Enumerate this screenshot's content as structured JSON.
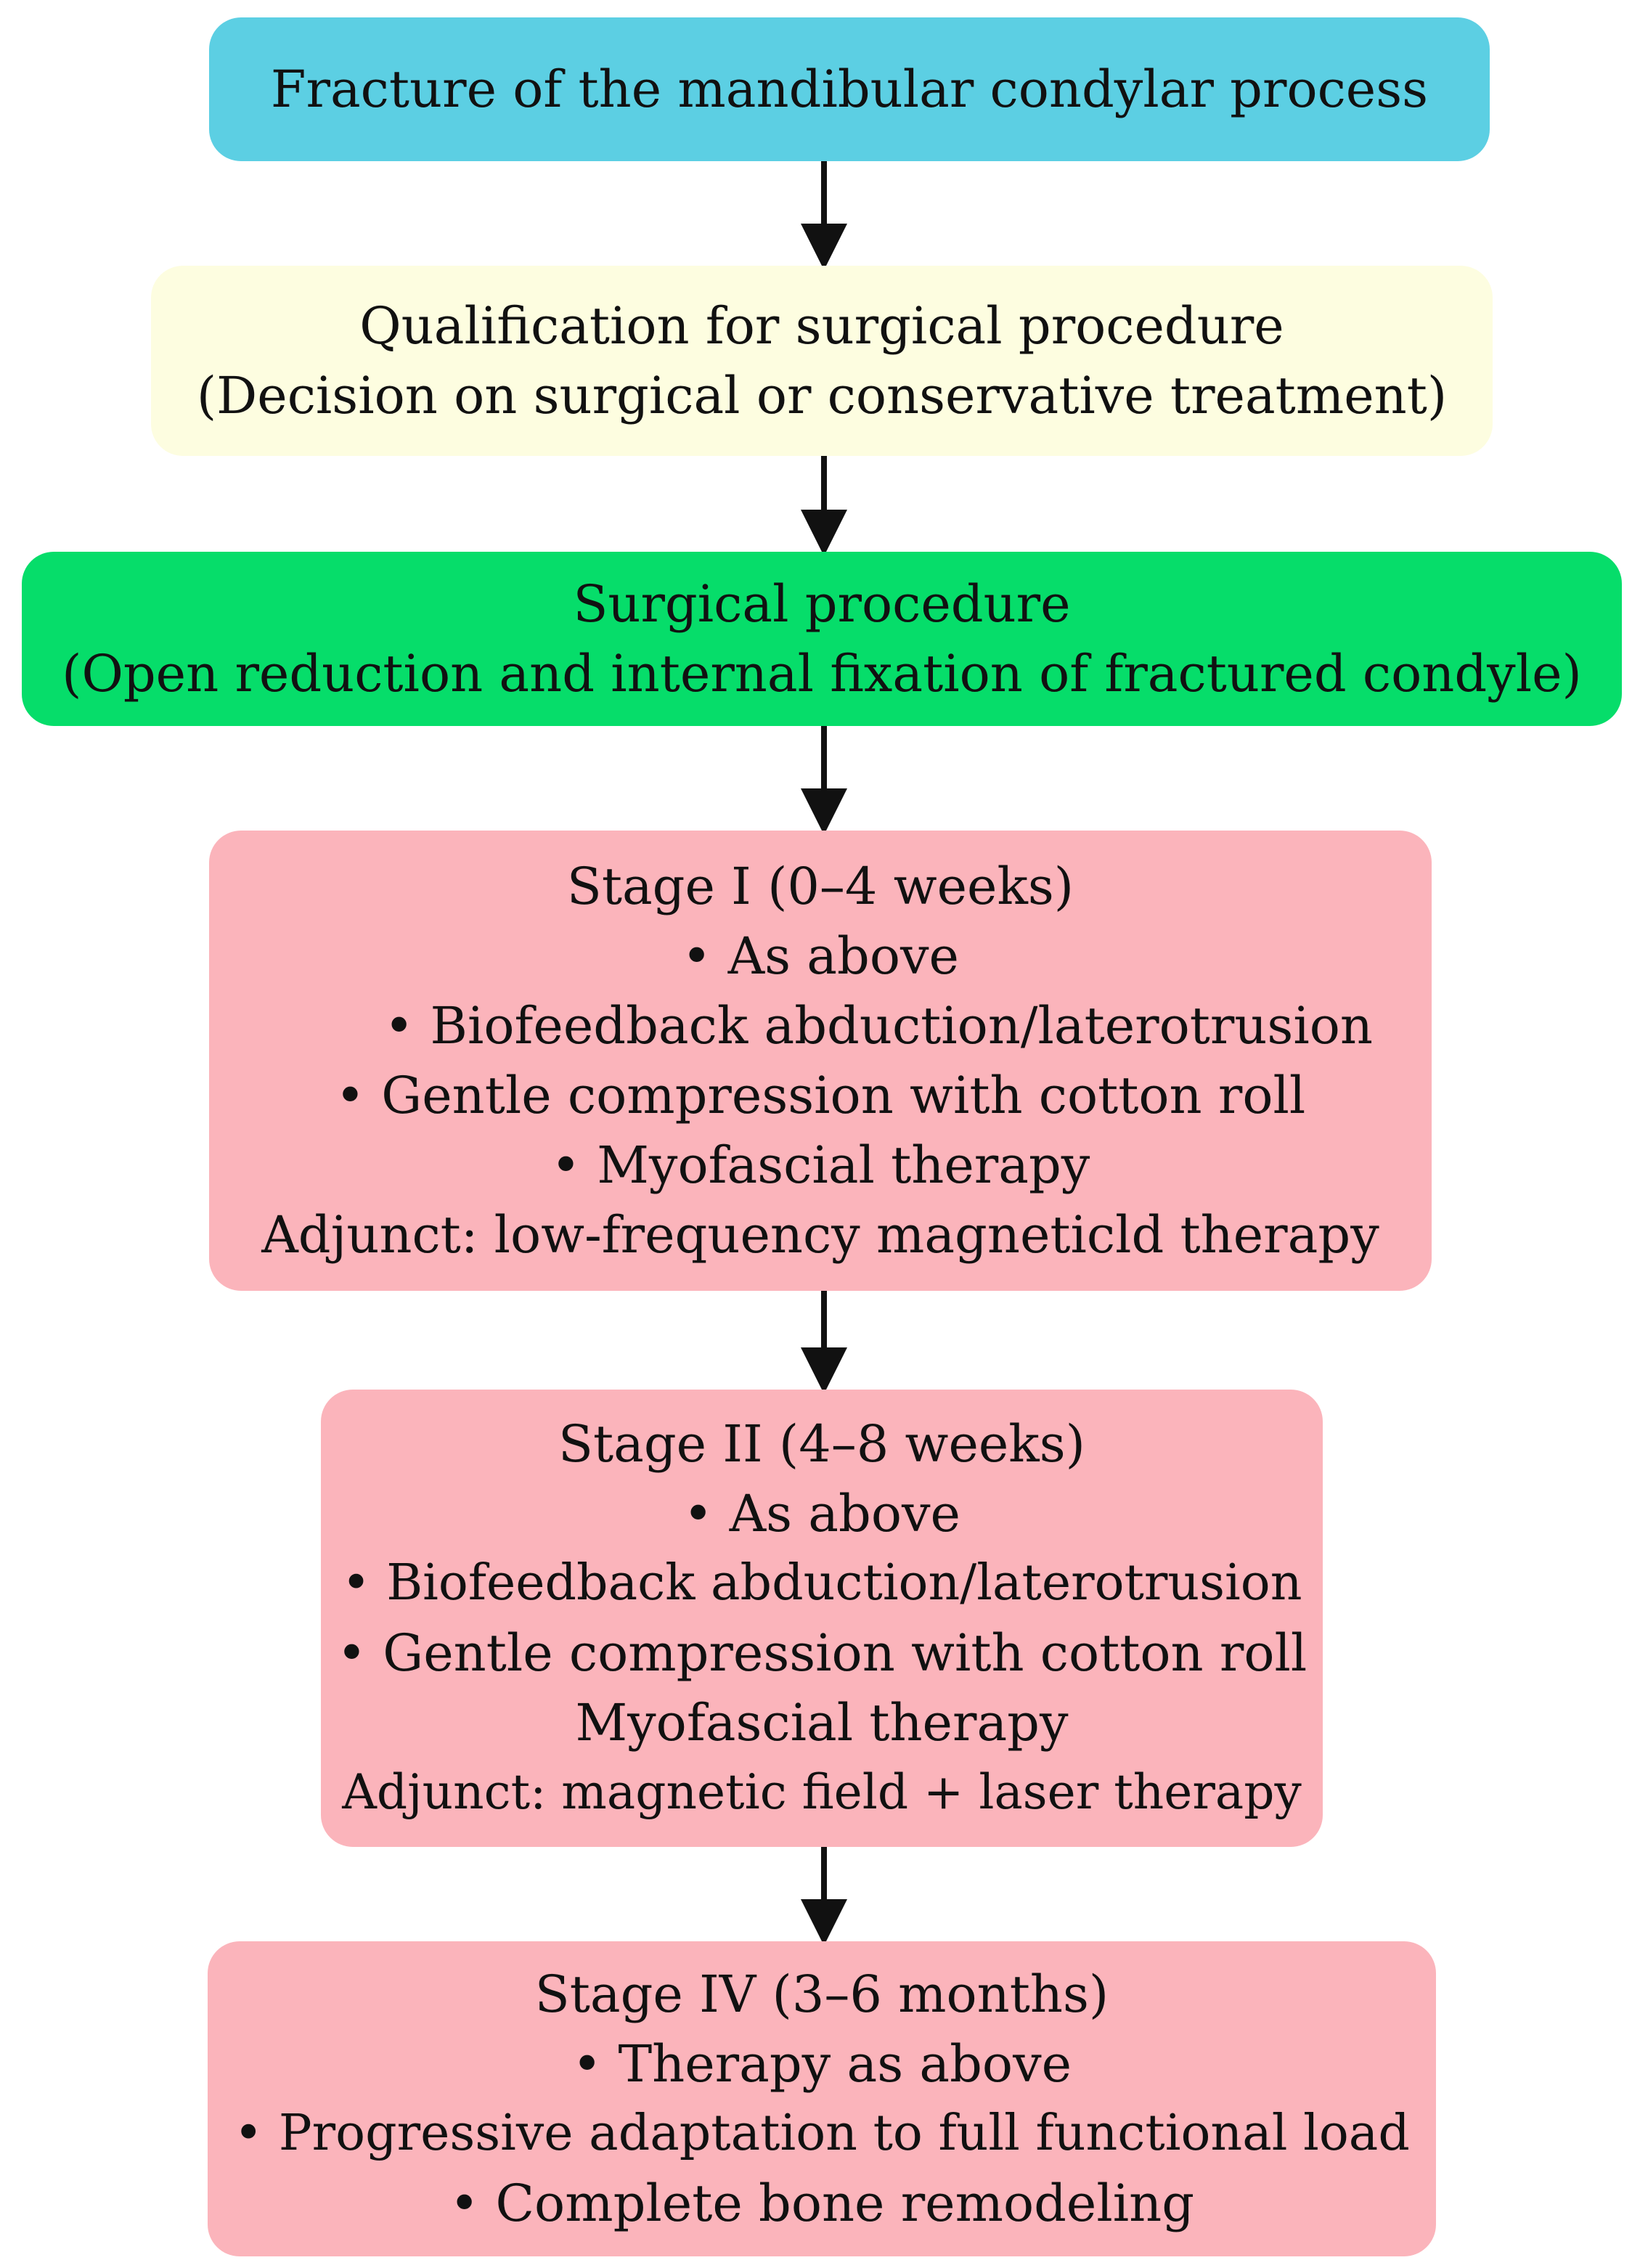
{
  "nodes": [
    {
      "id": "fracture",
      "lines": [
        "Fracture of the mandibular condylar process"
      ],
      "color": "#5ccfe3"
    },
    {
      "id": "qualification",
      "lines": [
        "Qualification for surgical procedure",
        "(Decision on surgical or conservative treatment)"
      ],
      "color": "#fdfde0"
    },
    {
      "id": "surgical",
      "lines": [
        "Surgical procedure",
        "(Open reduction and internal fixation of fractured condyle)"
      ],
      "color": "#06dd6a"
    },
    {
      "id": "stage1",
      "lines": [
        "Stage I (0–4 weeks)",
        "• As above",
        "• Biofeedback abduction/laterotrusion",
        "• Gentle compression with cotton roll",
        "• Myofascial therapy",
        "Adjunct: low-frequency magneticld therapy"
      ],
      "color": "#fbb4bb"
    },
    {
      "id": "stage2",
      "lines": [
        "Stage II (4–8 weeks)",
        "• As above",
        "• Biofeedback abduction/laterotrusion",
        "• Gentle compression with cotton roll",
        "Myofascial therapy",
        "Adjunct: magnetic field + laser therapy"
      ],
      "color": "#fbb4bb"
    },
    {
      "id": "stage4",
      "lines": [
        "Stage IV (3–6 months)",
        "• Therapy as above",
        "• Progressive adaptation to full functional load",
        "• Complete bone remodeling"
      ],
      "color": "#fbb4bb"
    }
  ],
  "edges": [
    {
      "from": "fracture",
      "to": "qualification"
    },
    {
      "from": "qualification",
      "to": "surgical"
    },
    {
      "from": "surgical",
      "to": "stage1"
    },
    {
      "from": "stage1",
      "to": "stage2"
    },
    {
      "from": "stage2",
      "to": "stage4"
    }
  ]
}
